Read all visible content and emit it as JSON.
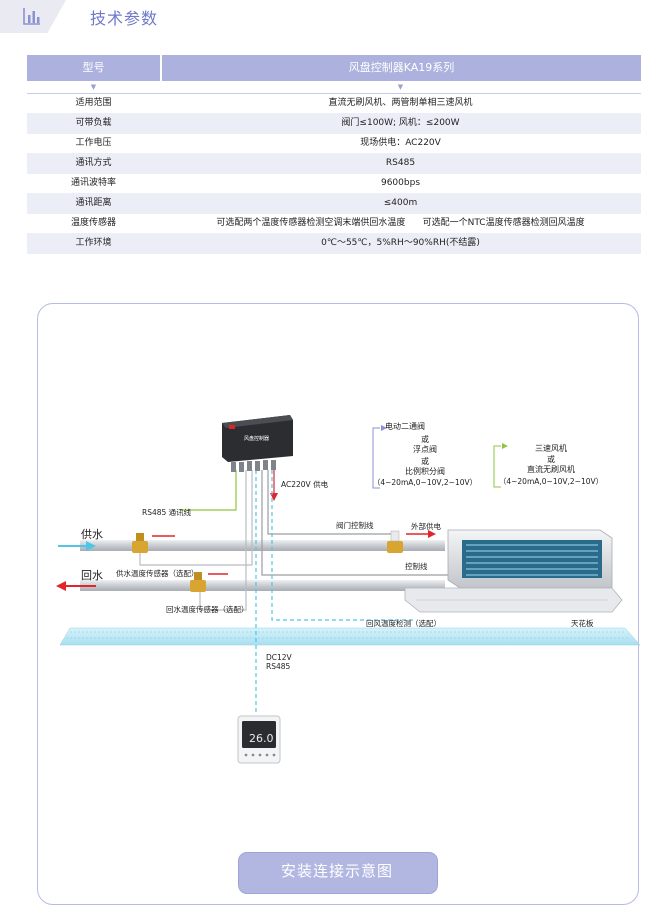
{
  "header": {
    "title": "技术参数",
    "icon": "chart-icon"
  },
  "table": {
    "head": {
      "label": "型号",
      "value": "风盘控制器KA19系列"
    },
    "rows": [
      {
        "label": "适用范围",
        "value": "直流无刷风机、两管制单相三速风机"
      },
      {
        "label": "可带负载",
        "value": "阀门≤100W; 风机：≤200W"
      },
      {
        "label": "工作电压",
        "value": "现场供电：AC220V"
      },
      {
        "label": "通讯方式",
        "value": "RS485"
      },
      {
        "label": "通讯波特率",
        "value": "9600bps"
      },
      {
        "label": "通讯距离",
        "value": "≤400m"
      },
      {
        "label": "温度传感器",
        "value": "可选配两个温度传感器检测空调末端供回水温度      可选配一个NTC温度传感器检测回风温度"
      },
      {
        "label": "工作环境",
        "value": "0℃～55℃，5%RH～90%RH(不结露)"
      }
    ]
  },
  "diagram": {
    "valve_options": {
      "line1": "电动二通阀",
      "or1": "或",
      "line2": "浮点阀",
      "or2": "或",
      "line3": "比例积分阀",
      "line4": "（4~20mA,0~10V,2~10V）"
    },
    "fan_options": {
      "line1": "三速风机",
      "or1": "或",
      "line2": "直流无刷风机",
      "line3": "（4~20mA,0~10V,2~10V）"
    },
    "supply_water": "供水",
    "return_water": "回水",
    "ac_power": "AC220V 供电",
    "rs485_line": "RS485 通讯线",
    "valve_control_line": "阀门控制线",
    "external_power": "外部供电",
    "control_line": "控制线",
    "supply_temp_sensor": "供水温度传感器（选配）",
    "return_temp_sensor": "回水温度传感器（选配）",
    "return_air_detect": "回风温度检测（选配）",
    "ceiling": "天花板",
    "dc12v": "DC12V",
    "rs485": "RS485",
    "controller_label": "风盘控制器",
    "thermostat_display": "26.0",
    "colors": {
      "accent": "#8b91d3",
      "red": "#e0262b",
      "green": "#8dc63f",
      "cyan": "#4fc6e6",
      "pipe": "#cfd2d6"
    }
  },
  "caption": "安装连接示意图"
}
